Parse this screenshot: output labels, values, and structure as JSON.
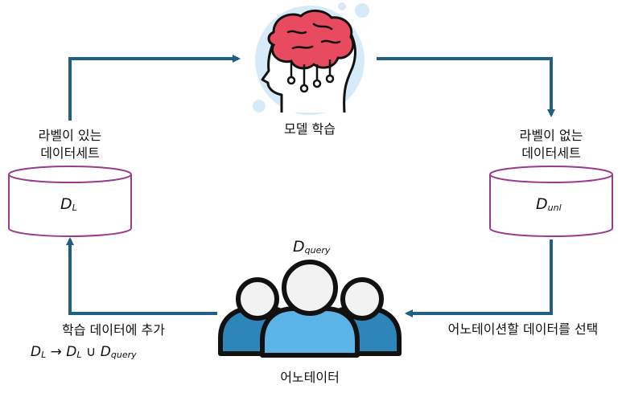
{
  "colors": {
    "arrow": "#1e5f82",
    "db_border": "#9a3a8f",
    "brain": "#e84a5f",
    "head_bg": "#d6ebf7",
    "person_front": "#5bb4e5",
    "person_back": "#2e85b8",
    "person_head": "#f2f2f2",
    "outline": "#111111"
  },
  "icons": [
    "brain-head-icon",
    "annotator-group-icon",
    "database-icon"
  ],
  "model": {
    "label": "모델 학습"
  },
  "labeled_dataset": {
    "line1": "라벨이 있는",
    "line2": "데이터세트",
    "symbol": "D",
    "sub": "L"
  },
  "unlabeled_dataset": {
    "line1": "라벨이 없는",
    "line2": "데이터세트",
    "symbol": "D",
    "sub": "unl"
  },
  "query": {
    "symbol": "D",
    "sub": "query"
  },
  "annotator": {
    "label": "어노테이터"
  },
  "select_step": {
    "label": "어노테이션할 데이터를 선택"
  },
  "add_step": {
    "label": "학습 데이터에 추가",
    "formula": {
      "lhs": "D",
      "lhs_sub": "L",
      "arrow": "→",
      "rhs": "D",
      "rhs_sub": "L",
      "union": "∪",
      "q": "D",
      "q_sub": "query"
    }
  }
}
